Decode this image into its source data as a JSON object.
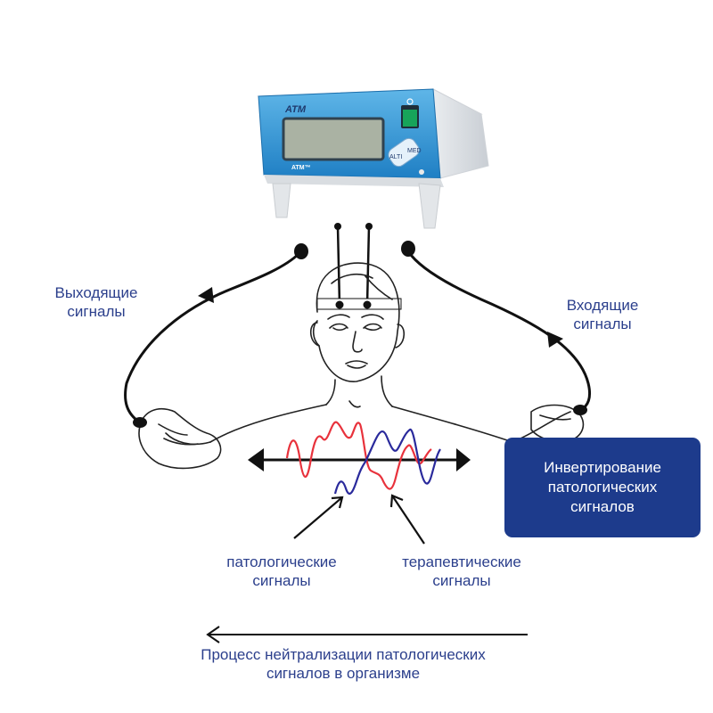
{
  "device": {
    "brand": "ATM",
    "model": "ATM™",
    "badge_left": "ALTI",
    "badge_right": "MED"
  },
  "labels": {
    "outgoing": [
      "Выходящие",
      "сигналы"
    ],
    "incoming": [
      "Входящие",
      "сигналы"
    ],
    "pathological": [
      "патологические",
      "сигналы"
    ],
    "therapeutic": [
      "терапевтические",
      "сигналы"
    ],
    "process": [
      "Процесс нейтрализации патологических",
      "сигналов в организме"
    ]
  },
  "callout": {
    "lines": [
      "Инвертирование",
      "патологических",
      "сигналов"
    ]
  },
  "colors": {
    "label_text": "#2b3f8c",
    "callout_bg": "#1d3b8c",
    "pathological_wave": "#e8323c",
    "therapeutic_wave": "#2a2a9c",
    "device_body": "#2c8fd0"
  }
}
